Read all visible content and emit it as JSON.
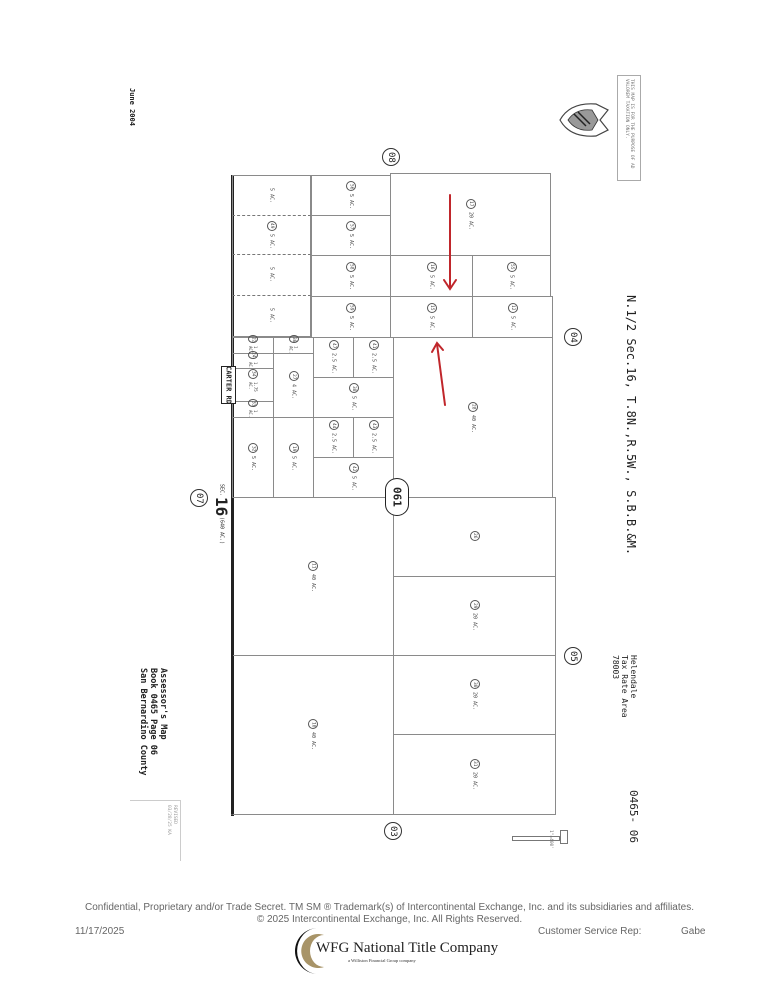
{
  "map": {
    "date": "June 2004",
    "notice": "THIS MAP IS FOR THE PURPOSE OF AD VALOREM TAXATION ONLY.",
    "title": "N.1/2 Sec.16, T.8N.,R.5W., S.B.B.&M.",
    "tax_area": [
      "Helendale",
      "Tax Rate Area",
      "78003"
    ],
    "map_number": "0465- 06",
    "assessor": [
      "Assessor's Map",
      "Book 0465 Page 06",
      "San Bernardino County"
    ],
    "revised": [
      "REVISED",
      "03/28/25 KA"
    ],
    "section": {
      "label": "SEC.",
      "number": "16",
      "acres": "(640 AC.)"
    },
    "road": "CARTER RD",
    "book_page_hex": "061",
    "adjacent": {
      "top": "08",
      "right_top": "04",
      "right_bottom": "05",
      "bottom": "03",
      "left": "07"
    },
    "scale": "1\"=400'",
    "parcels": [
      {
        "num": "",
        "ac": "5 AC."
      },
      {
        "num": "49",
        "ac": "5 AC."
      },
      {
        "num": "",
        "ac": "5 AC."
      },
      {
        "num": "",
        "ac": "5 AC."
      },
      {
        "num": "56",
        "ac": "5 AC."
      },
      {
        "num": "57",
        "ac": "5 AC."
      },
      {
        "num": "58",
        "ac": "5 AC."
      },
      {
        "num": "59",
        "ac": "5 AC."
      },
      {
        "num": "17",
        "ac": "20 AC."
      },
      {
        "num": "16",
        "ac": "5 AC."
      },
      {
        "num": "55",
        "ac": "5 AC."
      },
      {
        "num": "15",
        "ac": "5 AC."
      },
      {
        "num": "12",
        "ac": "5 AC."
      },
      {
        "num": "22",
        "ac": "1 AC."
      },
      {
        "num": "24",
        "ac": "1 AC."
      },
      {
        "num": "34",
        "ac": "1.75 AC."
      },
      {
        "num": "33",
        "ac": "1 AC."
      },
      {
        "num": "30",
        "ac": "1 AC."
      },
      {
        "num": "27",
        "ac": "4 AC."
      },
      {
        "num": "47",
        "ac": "2.5 AC."
      },
      {
        "num": "41",
        "ac": "2.5 AC."
      },
      {
        "num": "38",
        "ac": "5 AC."
      },
      {
        "num": "44",
        "ac": "2.5 AC."
      },
      {
        "num": "43",
        "ac": "2.5 AC."
      },
      {
        "num": "42",
        "ac": "5 AC."
      },
      {
        "num": "32",
        "ac": "5 AC."
      },
      {
        "num": "19",
        "ac": "5 AC."
      },
      {
        "num": "28",
        "ac": "40 AC."
      },
      {
        "num": "26",
        "ac": ""
      },
      {
        "num": "29",
        "ac": "20 AC."
      },
      {
        "num": "30",
        "ac": "20 AC."
      },
      {
        "num": "31",
        "ac": "20 AC."
      },
      {
        "num": "11",
        "ac": "40 AC."
      },
      {
        "num": "10",
        "ac": "40 AC."
      }
    ]
  },
  "footer": {
    "confidential": "Confidential, Proprietary and/or Trade Secret.  TM SM  ® Trademark(s) of Intercontinental Exchange, Inc. and its subsidiaries and affiliates.",
    "copyright": "© 2025 Intercontinental Exchange, Inc. All Rights Reserved.",
    "date": "11/17/2025",
    "rep_label": "Customer Service Rep:",
    "rep_name": "Gabe",
    "logo_name": "WFG National Title Company",
    "logo_tagline": "a Williston Financial Group company"
  },
  "colors": {
    "arrow": "#c0262b",
    "logo_gold": "#a89468"
  }
}
